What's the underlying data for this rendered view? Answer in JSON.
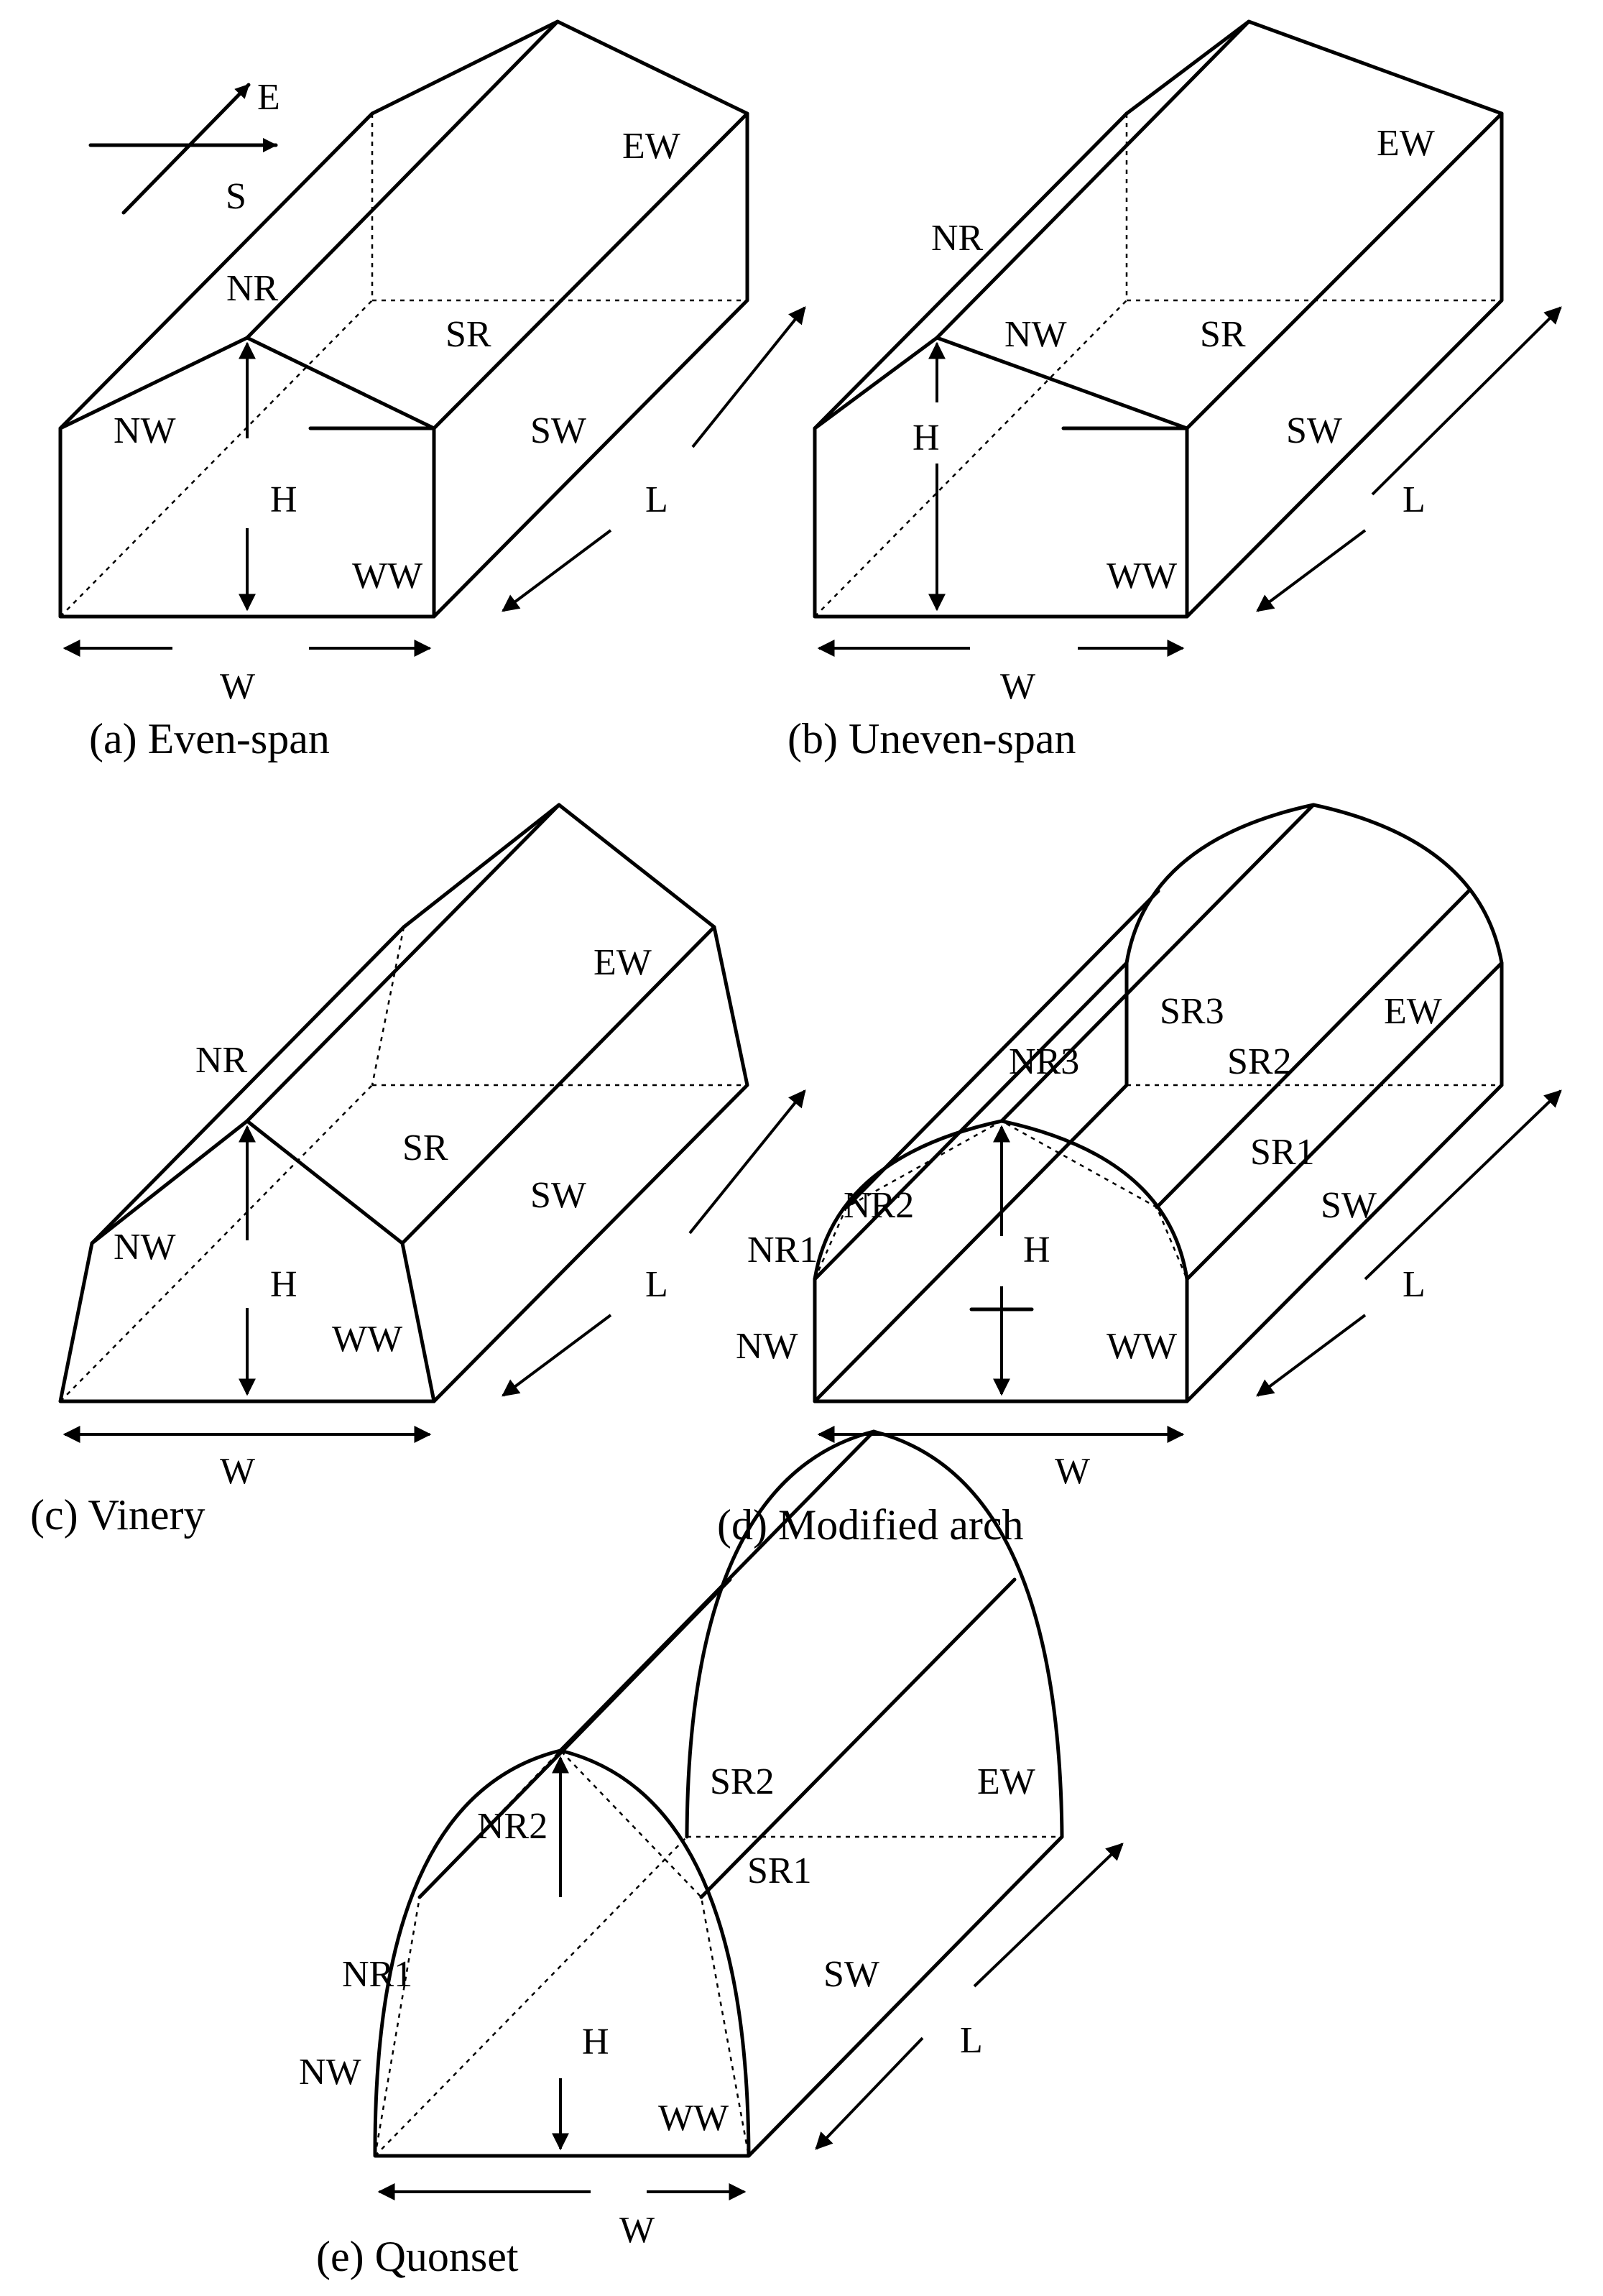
{
  "compass": {
    "east": "E",
    "south": "S"
  },
  "diagrams": {
    "a": {
      "caption": "(a)  Even-span",
      "labels": {
        "nr": "NR",
        "ew": "EW",
        "sr": "SR",
        "nw": "NW",
        "sw": "SW",
        "h": "H",
        "l": "L",
        "ww": "WW",
        "w": "W"
      }
    },
    "b": {
      "caption": "(b) Uneven-span",
      "labels": {
        "nr": "NR",
        "ew": "EW",
        "nw": "NW",
        "sr": "SR",
        "sw": "SW",
        "h": "H",
        "l": "L",
        "ww": "WW",
        "w": "W"
      }
    },
    "c": {
      "caption": "(c) Vinery",
      "labels": {
        "ew": "EW",
        "nr": "NR",
        "sr": "SR",
        "sw": "SW",
        "nw": "NW",
        "h": "H",
        "l": "L",
        "ww": "WW",
        "w": "W"
      }
    },
    "d": {
      "caption": "(d) Modified arch",
      "labels": {
        "sr3": "SR3",
        "ew": "EW",
        "nr3": "NR3",
        "sr2": "SR2",
        "sr1": "SR1",
        "nr2": "NR2",
        "sw": "SW",
        "nr1": "NR1",
        "h": "H",
        "l": "L",
        "nw": "NW",
        "ww": "WW",
        "w": "W"
      }
    },
    "e": {
      "caption": "(e) Quonset",
      "labels": {
        "sr2": "SR2",
        "ew": "EW",
        "nr2": "NR2",
        "sr1": "SR1",
        "nr1": "NR1",
        "sw": "SW",
        "l": "L",
        "nw": "NW",
        "h": "H",
        "ww": "WW",
        "w": "W"
      }
    }
  },
  "colors": {
    "line": "#000000",
    "background": "#ffffff"
  }
}
